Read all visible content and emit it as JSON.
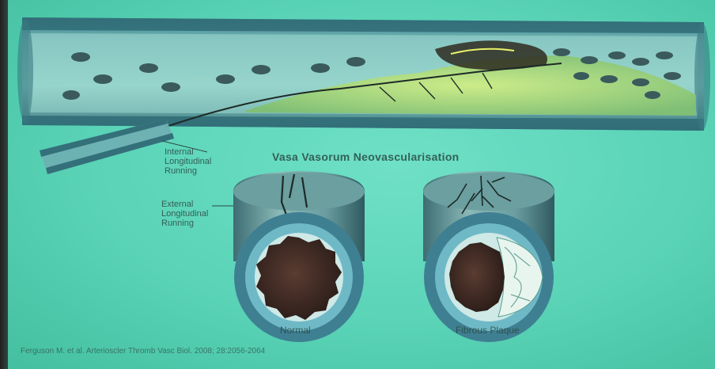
{
  "diagram": {
    "title": "Vasa Vasorum Neovascularisation",
    "labels": {
      "internal": [
        "Internal",
        "Longitudinal",
        "Running"
      ],
      "external": [
        "External",
        "Longitudinal",
        "Running"
      ]
    },
    "captions": {
      "left": "Normal",
      "right": "Fibrous Plaque"
    },
    "citation": "Ferguson M. et al. Arterioscler Thromb Vasc Biol. 2008; 28:2056-2064"
  },
  "colors": {
    "background": "#5ad3b7",
    "vessel_wall": "#4f8f95",
    "lumen": "#3a2a25",
    "plaque": "#b8e36a"
  }
}
